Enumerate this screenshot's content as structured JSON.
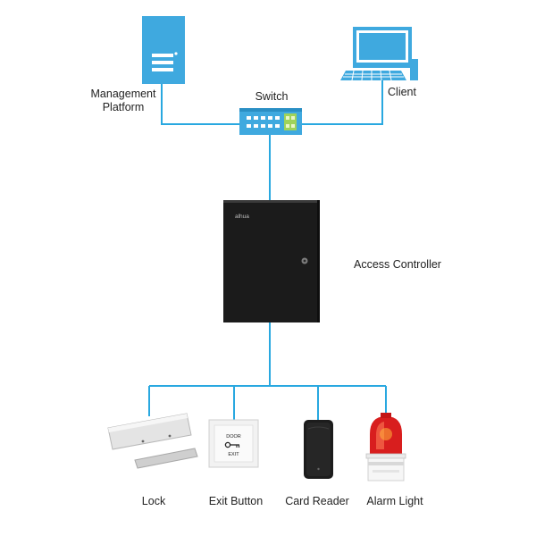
{
  "colors": {
    "line": "#29a8e0",
    "device_blue": "#3fa9df",
    "controller_body": "#1b1b1b",
    "alarm_red": "#d81e1e"
  },
  "nodes": {
    "management_platform": {
      "label_line1": "Management",
      "label_line2": "Platform",
      "icon": "server-icon"
    },
    "switch": {
      "label": "Switch",
      "icon": "network-switch-icon"
    },
    "client": {
      "label": "Client",
      "icon": "desktop-computer-icon"
    },
    "access_controller": {
      "label": "Access Controller",
      "brand": "alhua",
      "icon": "access-controller-icon"
    },
    "lock": {
      "label": "Lock",
      "icon": "magnetic-lock-icon"
    },
    "exit_button": {
      "label": "Exit Button",
      "icon": "exit-button-icon",
      "plate_text_1": "DOOR",
      "plate_text_2": "EXIT"
    },
    "card_reader": {
      "label": "Card Reader",
      "icon": "card-reader-icon"
    },
    "alarm_light": {
      "label": "Alarm Light",
      "icon": "alarm-light-icon"
    }
  }
}
